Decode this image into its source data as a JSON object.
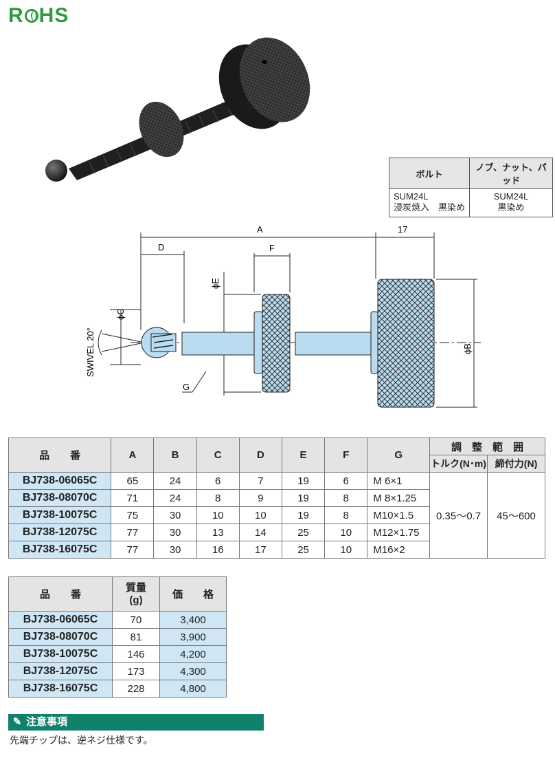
{
  "logo": {
    "text_left": "R",
    "text_right": "HS"
  },
  "material": {
    "headers": [
      "ボルト",
      "ノブ、ナット、パッド"
    ],
    "bolt": [
      "SUM24L",
      "浸炭焼入　黒染め"
    ],
    "knob": [
      "SUM24L",
      "黒染め"
    ]
  },
  "drawing": {
    "dim_A": "A",
    "dim_17": "17",
    "dim_D": "D",
    "dim_F": "F",
    "dim_E": "ϕE",
    "dim_C": "ϕC",
    "dim_B": "ϕB",
    "dim_G": "G",
    "swivel": "SWIVEL 20°"
  },
  "spec": {
    "headers": [
      "品　　番",
      "A",
      "B",
      "C",
      "D",
      "E",
      "F",
      "G"
    ],
    "adjust": "調　整　範　囲",
    "torque": "トルク(N･m)",
    "clamp": "締付力(N)",
    "rows": [
      {
        "pn": "BJ738-06065C",
        "A": "65",
        "B": "24",
        "C": "6",
        "D": "7",
        "E": "19",
        "F": "6",
        "G": "M  6×1"
      },
      {
        "pn": "BJ738-08070C",
        "A": "71",
        "B": "24",
        "C": "8",
        "D": "9",
        "E": "19",
        "F": "8",
        "G": "M  8×1.25"
      },
      {
        "pn": "BJ738-10075C",
        "A": "75",
        "B": "30",
        "C": "10",
        "D": "10",
        "E": "19",
        "F": "8",
        "G": "M10×1.5"
      },
      {
        "pn": "BJ738-12075C",
        "A": "77",
        "B": "30",
        "C": "13",
        "D": "14",
        "E": "25",
        "F": "10",
        "G": "M12×1.75"
      },
      {
        "pn": "BJ738-16075C",
        "A": "77",
        "B": "30",
        "C": "16",
        "D": "17",
        "E": "25",
        "F": "10",
        "G": "M16×2"
      }
    ],
    "torque_value": "0.35～0.7",
    "clamp_value": "45～600"
  },
  "price": {
    "headers": [
      "品　　番",
      "質量",
      "(g)",
      "価　　格"
    ],
    "rows": [
      {
        "pn": "BJ738-06065C",
        "mass": "70",
        "price": "3,400"
      },
      {
        "pn": "BJ738-08070C",
        "mass": "81",
        "price": "3,900"
      },
      {
        "pn": "BJ738-10075C",
        "mass": "146",
        "price": "4,200"
      },
      {
        "pn": "BJ738-12075C",
        "mass": "173",
        "price": "4,300"
      },
      {
        "pn": "BJ738-16075C",
        "mass": "228",
        "price": "4,800"
      }
    ]
  },
  "note": {
    "title": "注意事項",
    "text": "先端チップは、逆ネジ仕様です。"
  }
}
